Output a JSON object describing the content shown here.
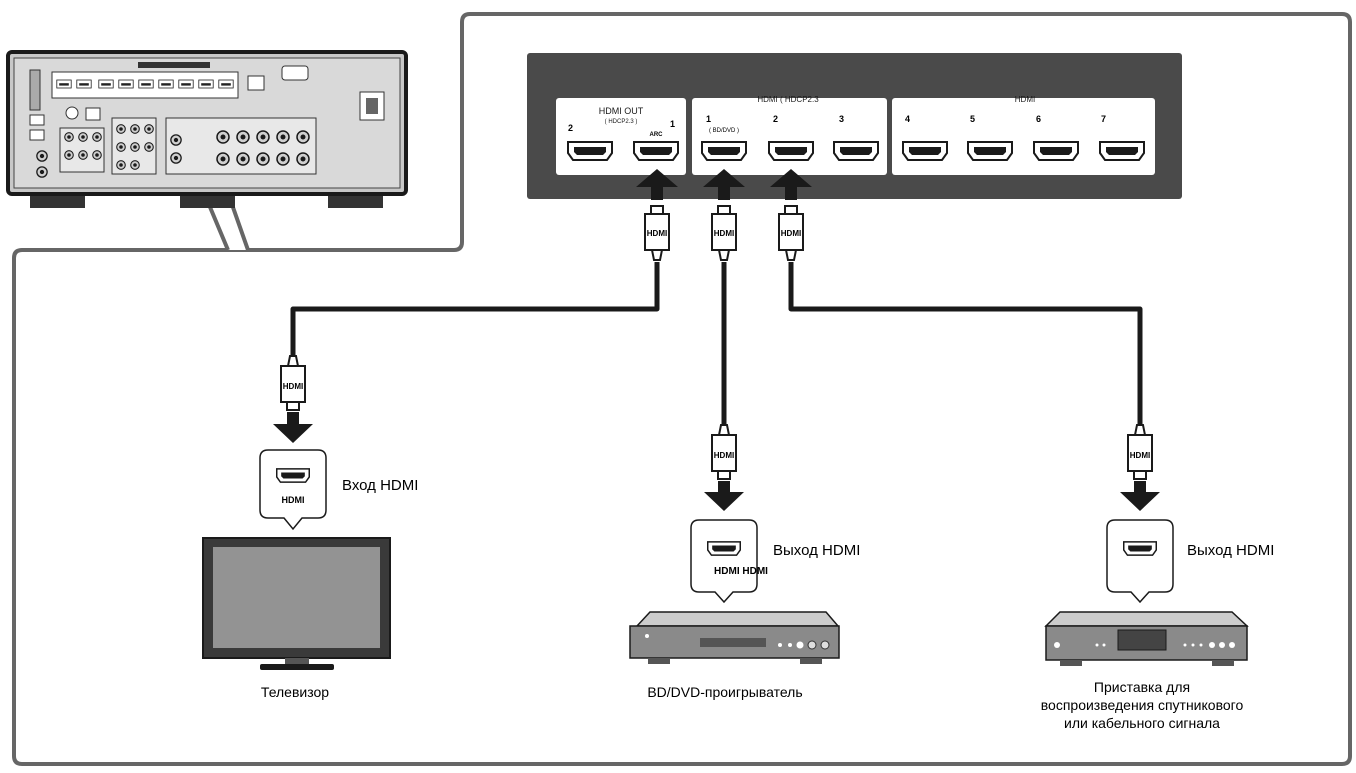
{
  "receiver_panel": {
    "hdmi_out": {
      "title": "HDMI OUT",
      "sub": "( HDCP2.3 )",
      "port_labels": [
        "2",
        "1"
      ],
      "arc": "ARC"
    },
    "hdmi_in_a": {
      "title": "HDMI ( HDCP2.3",
      "port_labels": [
        "1",
        "2",
        "3"
      ],
      "port1_sub": "( BD/DVD )"
    },
    "hdmi_in_b": {
      "title": "HDMI",
      "port_labels": [
        "4",
        "5",
        "6",
        "7"
      ]
    }
  },
  "cables": {
    "plug_label": "HDMI"
  },
  "devices": {
    "tv": {
      "port_caption": "HDMI",
      "port_label": "Вход HDMI",
      "name": "Телевизор"
    },
    "bd": {
      "port_caption": "HDMI HDMI",
      "port_label": "Выход HDMI",
      "name": "BD/DVD-проигрыватель"
    },
    "stb": {
      "port_label": "Выход HDMI",
      "name_lines": [
        "Приставка для",
        "воспроизведения спутникового",
        "или кабельного сигнала"
      ]
    }
  },
  "colors": {
    "outline": "#666666",
    "panel": "#4a4a4a",
    "cable": "#1a1a1a"
  }
}
